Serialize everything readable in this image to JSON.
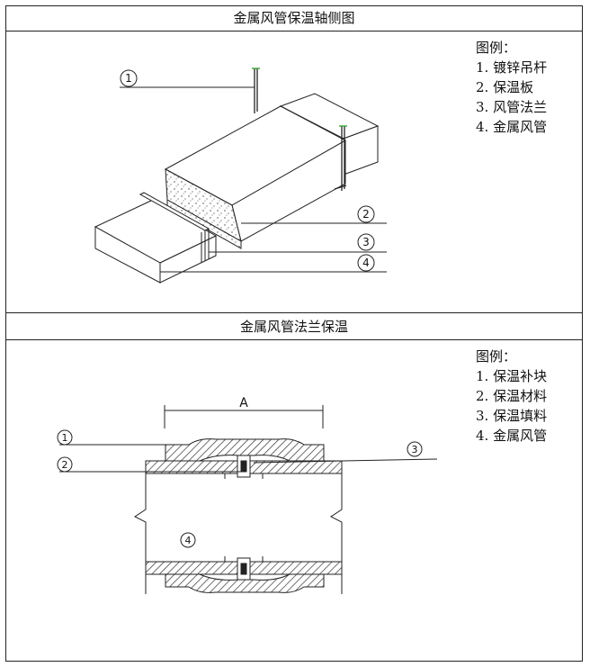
{
  "top_section": {
    "title": "金属风管保温轴侧图",
    "legend_title": "图例：",
    "legend_items": [
      "1. 镀锌吊杆",
      "2. 保温板",
      "3. 风管法兰",
      "4. 金属风管"
    ],
    "callouts": [
      "①",
      "②",
      "③",
      "④"
    ]
  },
  "bottom_section": {
    "title": "金属风管法兰保温",
    "legend_title": "图例：",
    "legend_items": [
      "1. 保温补块",
      "2. 保温材料",
      "3. 保温填料",
      "4. 金属风管"
    ],
    "callouts": [
      "①",
      "②",
      "③",
      "④"
    ],
    "dimension_label": "A"
  }
}
